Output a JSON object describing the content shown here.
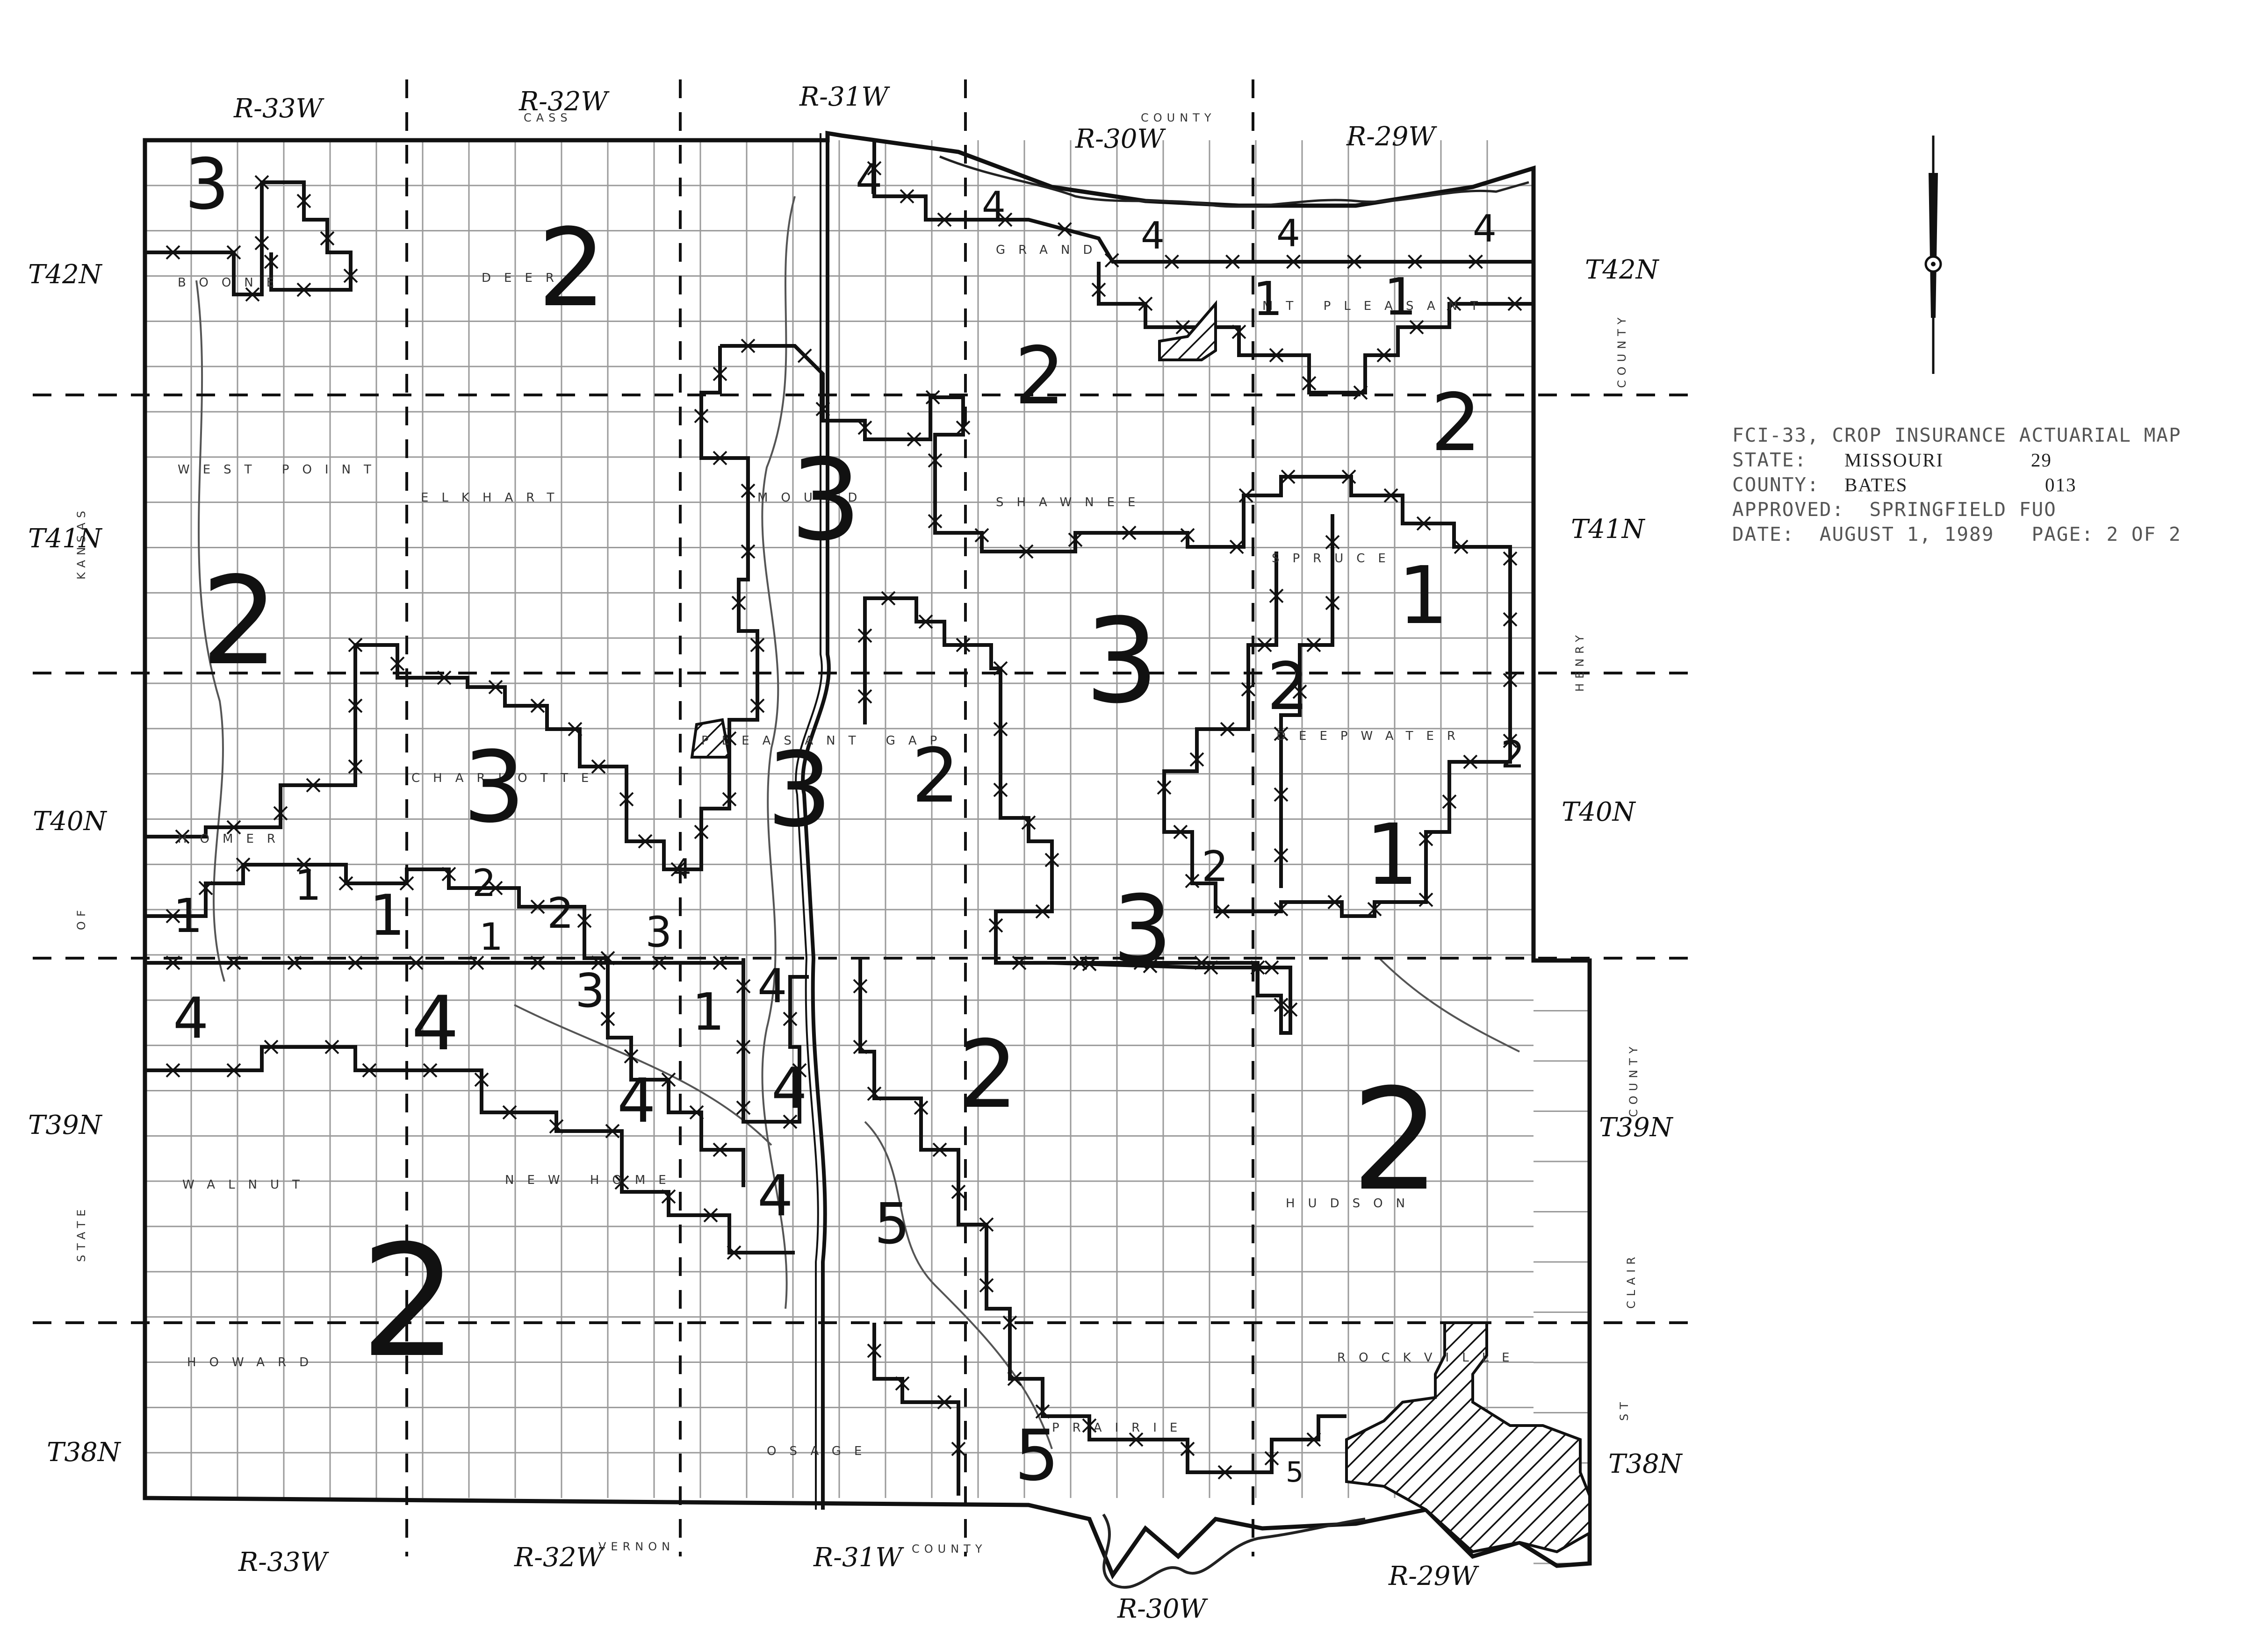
{
  "title_block": {
    "line1": "FCI-33, CROP INSURANCE ACTUARIAL MAP",
    "state_label": "STATE:",
    "state_name": "MISSOURI",
    "state_code": "29",
    "county_label": "COUNTY:",
    "county_name": "BATES",
    "county_code": "013",
    "approved_label": "APPROVED:",
    "approved_by": "SPRINGFIELD FUO",
    "date_label": "DATE:",
    "date_value": "AUGUST 1, 1989",
    "page_label": "PAGE: 2 OF 2"
  },
  "ranges_top": [
    "R-33W",
    "R-32W",
    "R-31W",
    "R-30W",
    "R-29W"
  ],
  "ranges_bottom": [
    "R-33W",
    "R-32W",
    "R-31W",
    "R-30W",
    "R-29W"
  ],
  "townships_left": [
    "T42N",
    "T41N",
    "T40N",
    "T39N",
    "T38N"
  ],
  "townships_right": [
    "T42N",
    "T41N",
    "T40N",
    "T39N",
    "T38N"
  ],
  "adjacent_counties": {
    "north": "CASS",
    "north_word": "COUNTY",
    "east_upper": "HENRY",
    "east_word": "COUNTY",
    "east_lower_1": "ST",
    "east_lower_2": "CLAIR",
    "south": "VERNON",
    "south_word": "COUNTY",
    "west_1": "KANSAS",
    "west_2": "OF",
    "west_3": "STATE"
  },
  "township_names": [
    "BOONE",
    "DEER",
    "GRAND",
    "MT PLEASANT",
    "WEST POINT",
    "ELKHART",
    "MOUND",
    "SHAWNEE",
    "SPRUCE",
    "DEEPWATER",
    "CHARLOTTE",
    "PLEASANT GAP",
    "HOMER",
    "WALNUT",
    "NEW HOME",
    "HUDSON",
    "HOWARD",
    "OSAGE",
    "PRAIRIE",
    "ROCKVILLE"
  ],
  "rating_areas": [
    {
      "id": "3"
    },
    {
      "id": "2"
    },
    {
      "id": "4"
    },
    {
      "id": "4"
    },
    {
      "id": "4"
    },
    {
      "id": "4"
    },
    {
      "id": "4"
    },
    {
      "id": "1"
    },
    {
      "id": "1"
    },
    {
      "id": "2"
    },
    {
      "id": "2"
    },
    {
      "id": "3"
    },
    {
      "id": "2"
    },
    {
      "id": "1"
    },
    {
      "id": "3"
    },
    {
      "id": "2"
    },
    {
      "id": "3"
    },
    {
      "id": "3"
    },
    {
      "id": "2"
    },
    {
      "id": "2"
    },
    {
      "id": "1"
    },
    {
      "id": "2"
    },
    {
      "id": "1"
    },
    {
      "id": "1"
    },
    {
      "id": "1"
    },
    {
      "id": "2"
    },
    {
      "id": "1"
    },
    {
      "id": "2"
    },
    {
      "id": "3"
    },
    {
      "id": "3"
    },
    {
      "id": "4"
    },
    {
      "id": "4"
    },
    {
      "id": "3"
    },
    {
      "id": "1"
    },
    {
      "id": "4"
    },
    {
      "id": "4"
    },
    {
      "id": "4"
    },
    {
      "id": "4"
    },
    {
      "id": "2"
    },
    {
      "id": "2"
    },
    {
      "id": "4"
    },
    {
      "id": "5"
    },
    {
      "id": "2"
    },
    {
      "id": "5"
    },
    {
      "id": "5"
    },
    {
      "id": "2"
    }
  ]
}
